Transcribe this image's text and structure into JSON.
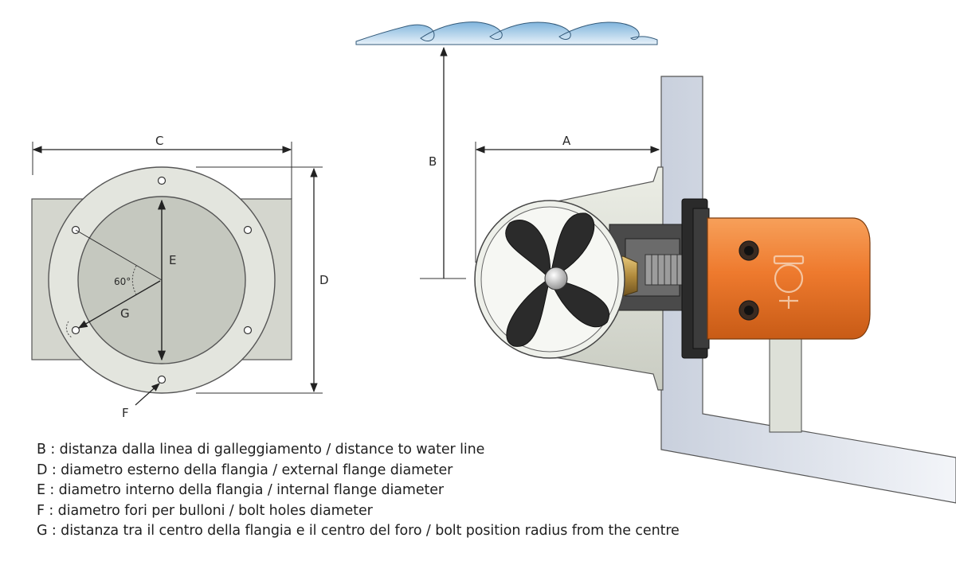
{
  "labels": {
    "c": "C",
    "d": "D",
    "e": "E",
    "f": "F",
    "g": "G",
    "angle": "60°",
    "a": "A",
    "b": "B"
  },
  "legend": [
    "B : distanza dalla linea di galleggiamento / distance to water line",
    "D : diametro esterno della flangia / external flange diameter",
    "E : diametro interno della flangia / internal flange diameter",
    "F : diametro fori per bulloni / bolt holes diameter",
    "G : distanza tra il centro della flangia e il centro del foro / bolt position radius from the centre"
  ],
  "colors": {
    "tube": "#d4d6ce",
    "flange": "#e3e5de",
    "bore": "#c5c8bf",
    "motor": "#ee7a2e",
    "hull": "#dde2ec",
    "water": "#a9cde6",
    "propeller": "#2b2b2b",
    "brass": "#b08a3c"
  }
}
